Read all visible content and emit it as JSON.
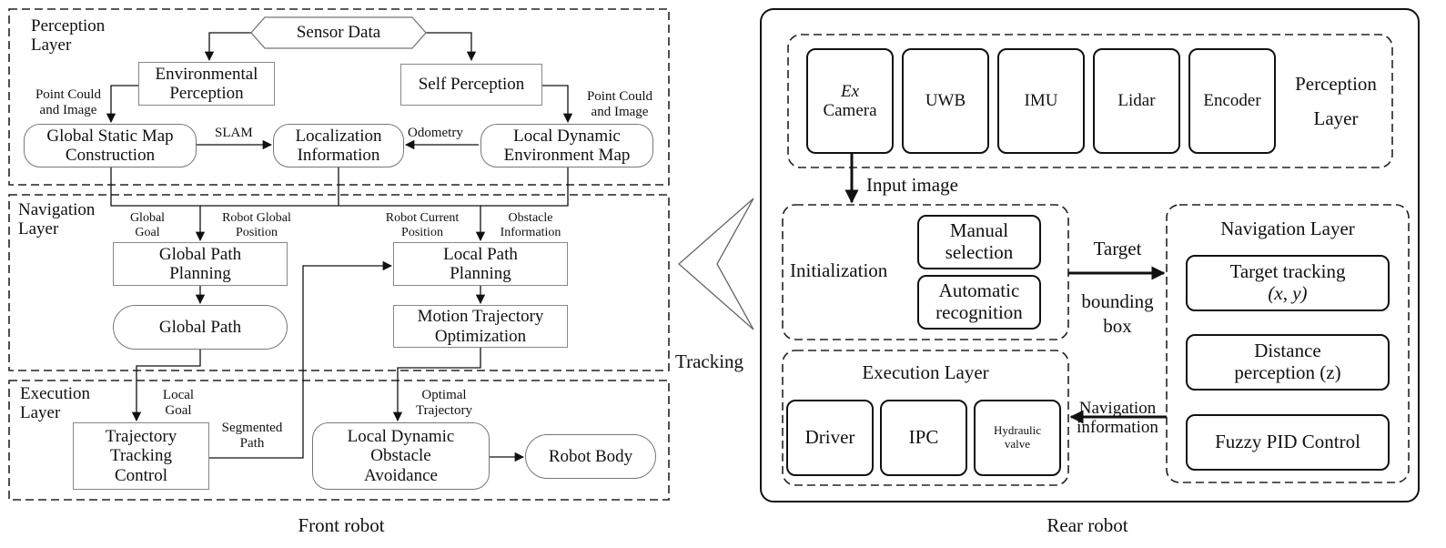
{
  "front": {
    "caption": "Front robot",
    "perception": {
      "layer_label": "Perception\nLayer",
      "sensor_data": "Sensor Data",
      "env_perception": "Environmental\nPerception",
      "self_perception": "Self Perception",
      "left_input": "Point Could\nand Image",
      "right_input": "Point Could\nand Image",
      "global_static_map": "Global Static Map\nConstruction",
      "slam": "SLAM",
      "localization": "Localization\nInformation",
      "odometry": "Odometry",
      "local_dynamic_map": "Local Dynamic\nEnvironment Map"
    },
    "navigation": {
      "layer_label": "Navigation\nLayer",
      "global_goal": "Global\nGoal",
      "robot_global_position": "Robot Global\nPosition",
      "robot_current_position": "Robot Current\nPosition",
      "obstacle_information": "Obstacle\nInformation",
      "global_path_planning": "Global Path\nPlanning",
      "local_path_planning": "Local Path\nPlanning",
      "global_path": "Global Path",
      "motion_trajectory": "Motion Trajectory\nOptimization"
    },
    "execution": {
      "layer_label": "Execution\nLayer",
      "local_goal": "Local\nGoal",
      "segmented_path": "Segmented\nPath",
      "optimal_trajectory": "Optimal\nTrajectory",
      "trajectory_tracking": "Trajectory\nTracking\nControl",
      "local_dynamic_avoidance": "Local Dynamic\nObstacle\nAvoidance",
      "robot_body": "Robot Body"
    }
  },
  "tracking_label": "Tracking",
  "rear": {
    "caption": "Rear robot",
    "perception": {
      "layer_label": "Perception\nLayer",
      "camera_ex": "Ex",
      "camera": "Camera",
      "uwb": "UWB",
      "imu": "IMU",
      "lidar": "Lidar",
      "encoder": "Encoder"
    },
    "input_image": "Input image",
    "initialization": {
      "label": "Initialization",
      "manual": "Manual\nselection",
      "automatic": "Automatic\nrecognition"
    },
    "target_bbox_top": "Target",
    "target_bbox_bottom": "bounding\nbox",
    "navigation_info": "Navigation\ninformation",
    "navigation": {
      "layer_label": "Navigation Layer",
      "target_tracking": "Target tracking",
      "target_tracking_vars": "(x, y)",
      "distance_perception": "Distance\nperception (z)",
      "fuzzy_pid": "Fuzzy PID Control"
    },
    "execution": {
      "layer_label": "Execution Layer",
      "driver": "Driver",
      "ipc": "IPC",
      "hydraulic": "Hydraulic\nvalve"
    }
  }
}
